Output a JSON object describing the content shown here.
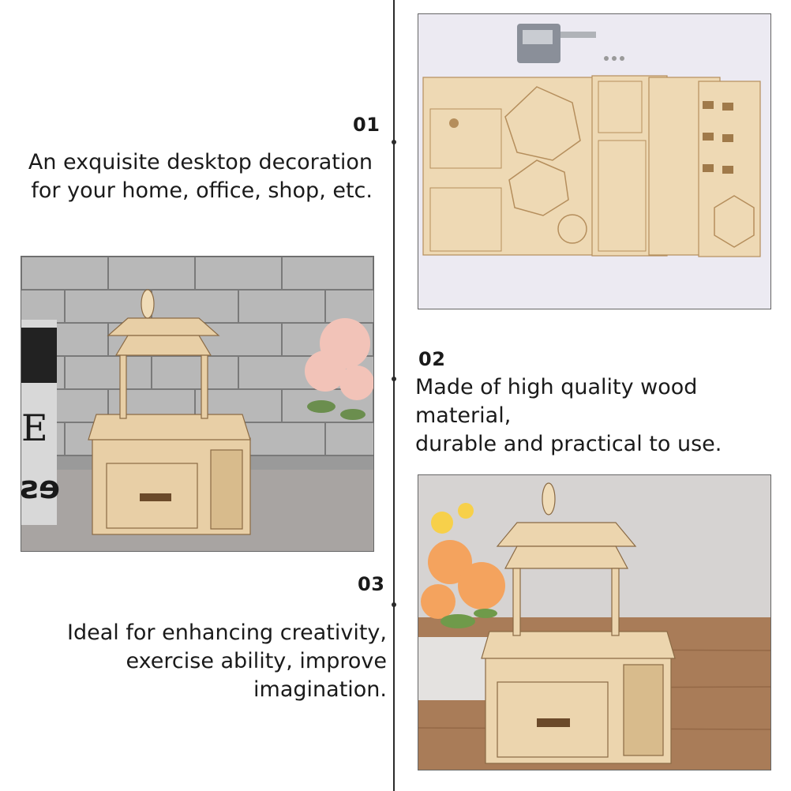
{
  "features": [
    {
      "number": "01",
      "text_lines": [
        "An exquisite desktop decoration",
        "for your home, office, shop, etc."
      ]
    },
    {
      "number": "02",
      "text_lines": [
        "Made of high quality wood material,",
        "durable and practical to use."
      ]
    },
    {
      "number": "03",
      "text_lines": [
        "Ideal for enhancing creativity,",
        "exercise ability, improve",
        "imagination."
      ]
    }
  ],
  "photo_sign_letters": {
    "top": "E",
    "bottom": "es"
  },
  "colors": {
    "wood": "#e8cfa6",
    "wood_dark": "#b58e5c",
    "line": "#2b2b2b",
    "brick": "#8e8e8e"
  }
}
